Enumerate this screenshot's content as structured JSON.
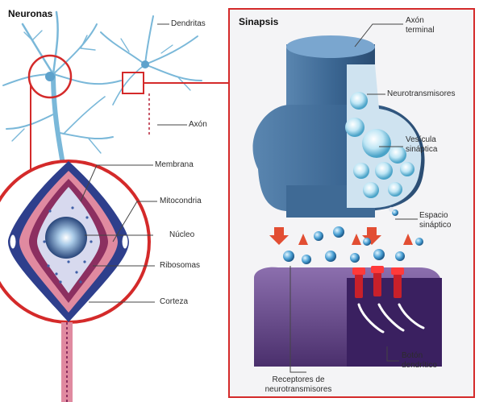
{
  "neurons_panel": {
    "title": "Neuronas",
    "labels": {
      "dendrites": "Dendritas",
      "axon": "Axón",
      "membrane": "Membrana",
      "mitochondria": "Mitocondria",
      "nucleus": "Núcleo",
      "ribosomes": "Ribosomas",
      "cortex": "Corteza"
    }
  },
  "synapse_panel": {
    "title": "Sinapsis",
    "labels": {
      "axon_terminal": "Axón terminal",
      "neurotransmitters": "Neurotransmisores",
      "synaptic_vesicle": "Vesícula sináptica",
      "synaptic_space": "Espacio sináptico",
      "receptors": "Receptores de neurotransmisores",
      "dendritic_button": "Botón dendrítico"
    }
  },
  "colors": {
    "accent_red": "#d42a2a",
    "neuron_blue": "#7ab8d9",
    "terminal_blue": "#3d6b96",
    "dendrite_purple": "#6a4a8a",
    "receptor_red": "#c8202a"
  }
}
